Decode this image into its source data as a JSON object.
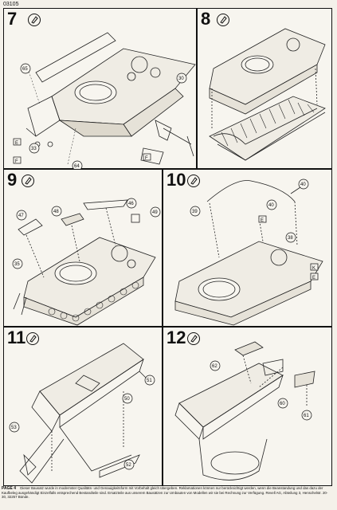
{
  "code": "03105",
  "steps": [
    {
      "number": "7",
      "parts": [
        "65",
        "30",
        "33",
        "64"
      ],
      "markers": [
        "E",
        "F"
      ]
    },
    {
      "number": "8",
      "parts": [],
      "markers": []
    },
    {
      "number": "9",
      "parts": [
        "47",
        "48",
        "46",
        "49",
        "35"
      ],
      "markers": []
    },
    {
      "number": "10",
      "parts": [
        "40",
        "39",
        "38",
        "40"
      ],
      "markers": [
        "E",
        "K",
        "E"
      ]
    },
    {
      "number": "11",
      "parts": [
        "51",
        "50",
        "53",
        "52"
      ],
      "markers": []
    },
    {
      "number": "12",
      "parts": [
        "62",
        "60",
        "61"
      ],
      "markers": []
    }
  ],
  "footer": {
    "page": "PAGE 4",
    "text": "Dieser Bausatz wurde in modernster Qualitäts- und Genauigkeitsform mit Vorbehalt gleich übergeben. Reklamationen können nur berücksichtigt werden, wenn die Beanstandung und das dazu der Kaufbeleg ausgehändigt Einzelfalls entsprechend Bestandteile sind. Ersatzteile aus unserem Bausätzen zur Umbauten von Modellen wir sie bei Rechnung zur Verfügung. Revell AG, Abteilung 3, Henschelstr. 20-30, 32257 Bünde."
  }
}
